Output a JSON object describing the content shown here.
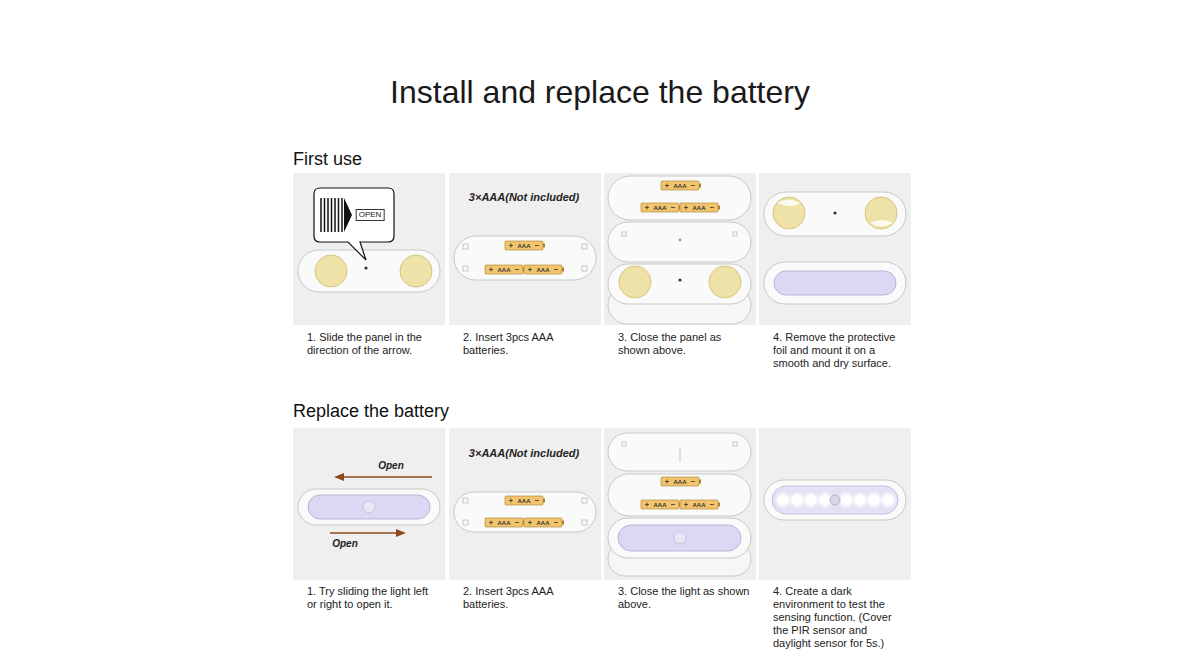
{
  "diagram": {
    "title": "Install and replace the battery",
    "nodes": [
      {
        "text": [
          "1. Slide the panel in the direction of the arrow."
        ]
      },
      {
        "text": [
          "2. Insert 3pcs AAA batteries."
        ]
      },
      {
        "text": [
          "3. Close the panel as shown above."
        ]
      },
      {
        "text": [
          "4. Remove the protective foil and mount it on a smooth and dry surface."
        ]
      },
      {
        "text": [
          "1. Try sliding the light left or right to open it."
        ]
      },
      {
        "text": [
          "2. Insert 3pcs AAA batteries."
        ]
      },
      {
        "text": [
          "3. Close the light as shown above."
        ]
      },
      {
        "text": [
          "4. Create a dark environment to test the sensing function. (Cover the PIR sensor and daylight sensor for 5s.)"
        ]
      }
    ],
    "labels": [
      "First use",
      "OPEN",
      "3×AAA(Not included)",
      "AAA",
      "AAA",
      "AAA",
      "AAA",
      "AAA",
      "AAA",
      "Replace the battery",
      "Open",
      "Open",
      "3×AAA(Not included)",
      "AAA",
      "AAA",
      "AAA",
      "AAA",
      "AAA",
      "AAA"
    ]
  }
}
